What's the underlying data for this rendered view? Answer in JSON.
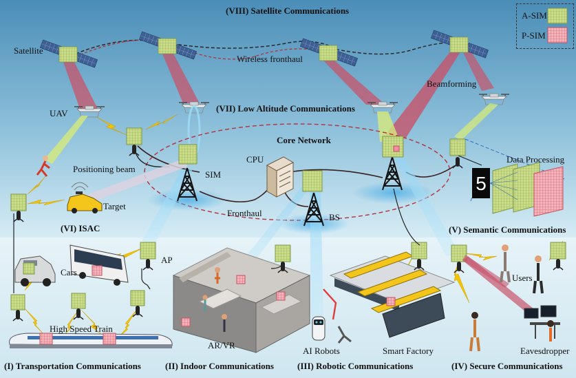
{
  "sections": {
    "satellite": "(VIII)  Satellite Communications",
    "low_altitude": "(VII)  Low Altitude Communications",
    "isac": "(VI)  ISAC",
    "semantic": "(V) Semantic Communications",
    "transportation": "(I)  Transportation Communications",
    "indoor": "(II)  Indoor Communications",
    "robotic": "(III) Robotic Communications",
    "secure": "(IV) Secure Communications"
  },
  "labels": {
    "satellite": "Satellite",
    "wireless_fronthaul": "Wireless fronthaul",
    "beamforming": "Beamforming",
    "uav": "UAV",
    "core_network": "Core Network",
    "cpu": "CPU",
    "sim": "SIM",
    "positioning_beam": "Positioning beam",
    "target": "Target",
    "fronthaul": "Fronthaul",
    "bs": "BS",
    "data_processing": "Data Processing",
    "ap": "AP",
    "cars": "Cars",
    "high_speed_train": "High Speed Train",
    "ar_vr": "AR/VR",
    "ai_robots": "AI Robots",
    "smart_factory": "Smart Factory",
    "users": "Users",
    "eavesdropper": "Eavesdropper"
  },
  "legend": {
    "a_sim": "A-SIM",
    "p_sim": "P-SIM",
    "a_sim_color": "#c9dc8a",
    "p_sim_color": "#ef8f9a"
  },
  "colors": {
    "sky_top": "#4b8fb8",
    "sky_bottom": "#d4ebf4",
    "ground": "#d9ecf4",
    "satellite_beam": "#c7546a",
    "uav_beam": "#d6ea7a",
    "lightning": "#f5c400",
    "core_ring": "#b4303a"
  }
}
